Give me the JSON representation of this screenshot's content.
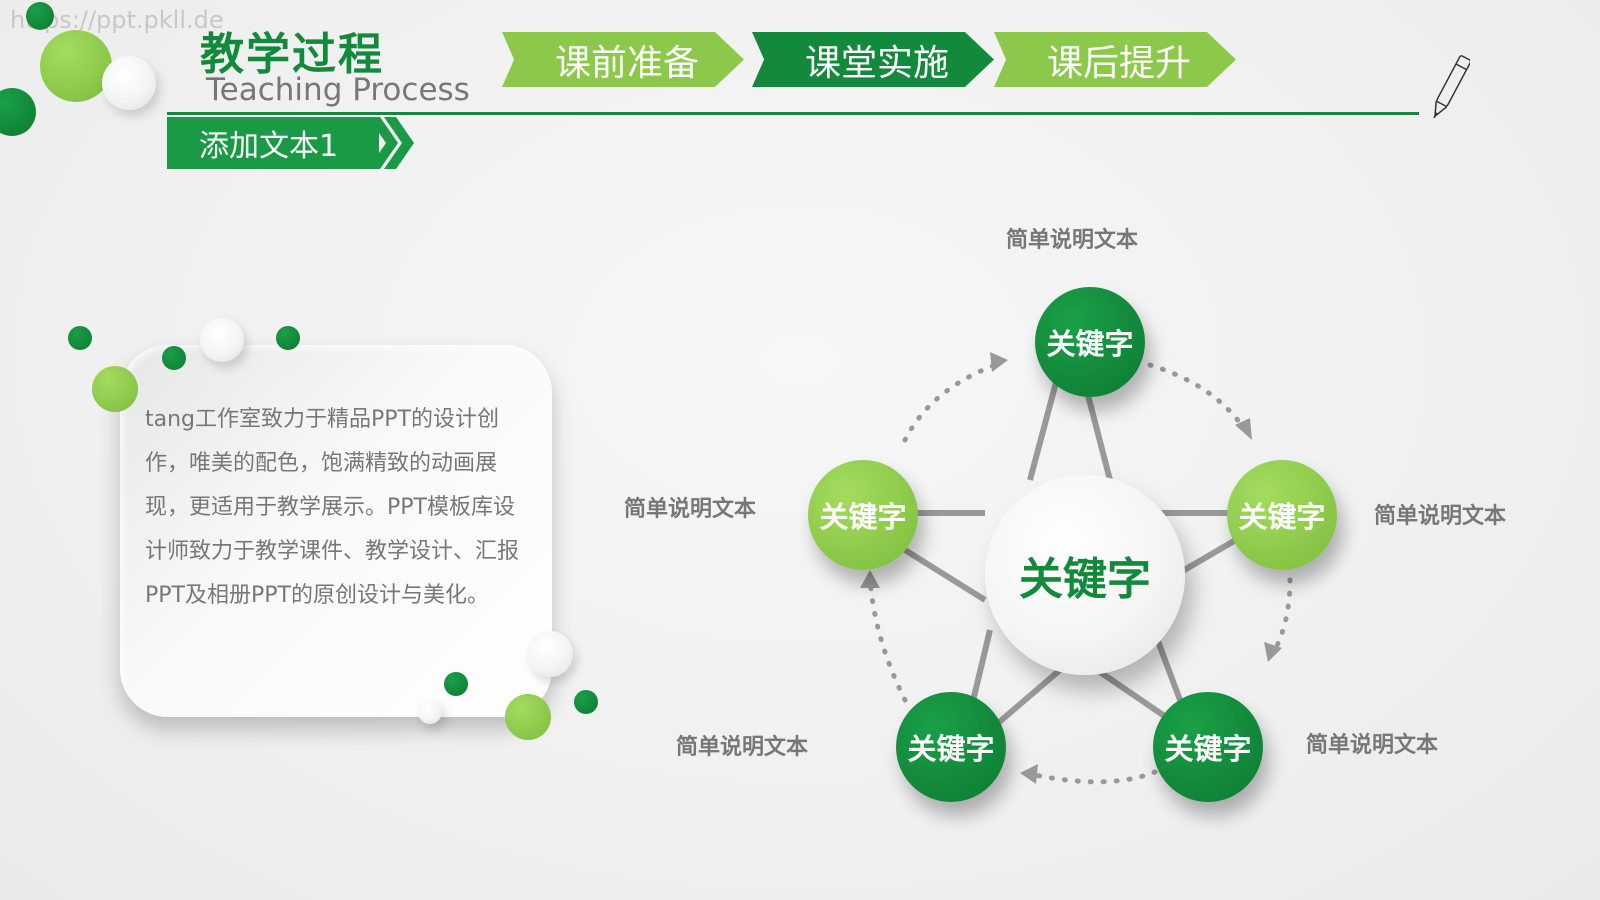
{
  "watermark": "https://ppt.pkll.de",
  "header": {
    "title_cn": "教学过程",
    "title_en": "Teaching Process",
    "steps": [
      {
        "label": "课前准备",
        "active": false
      },
      {
        "label": "课堂实施",
        "active": true
      },
      {
        "label": "课后提升",
        "active": false
      }
    ],
    "section_label": "添加文本1"
  },
  "card": {
    "text": "tang工作室致力于精品PPT的设计创作，唯美的配色，饱满精致的动画展现，更适用于教学展示。PPT模板库设计师致力于教学课件、教学设计、汇报PPT及相册PPT的原创设计与美化。"
  },
  "diagram": {
    "center_label": "关键字",
    "nodes": [
      {
        "label": "关键字",
        "position": "top",
        "color": "#138a3b",
        "description": "简单说明文本"
      },
      {
        "label": "关键字",
        "position": "right",
        "color": "#8cc94a",
        "description": "简单说明文本"
      },
      {
        "label": "关键字",
        "position": "bottom-right",
        "color": "#138a3b",
        "description": "简单说明文本"
      },
      {
        "label": "关键字",
        "position": "bottom-left",
        "color": "#138a3b",
        "description": "简单说明文本"
      },
      {
        "label": "关键字",
        "position": "left",
        "color": "#8cc94a",
        "description": "简单说明文本"
      }
    ]
  },
  "colors": {
    "dark_green": "#138a3b",
    "light_green": "#8cc94a",
    "text_gray": "#777777",
    "connector_gray": "#999999"
  }
}
